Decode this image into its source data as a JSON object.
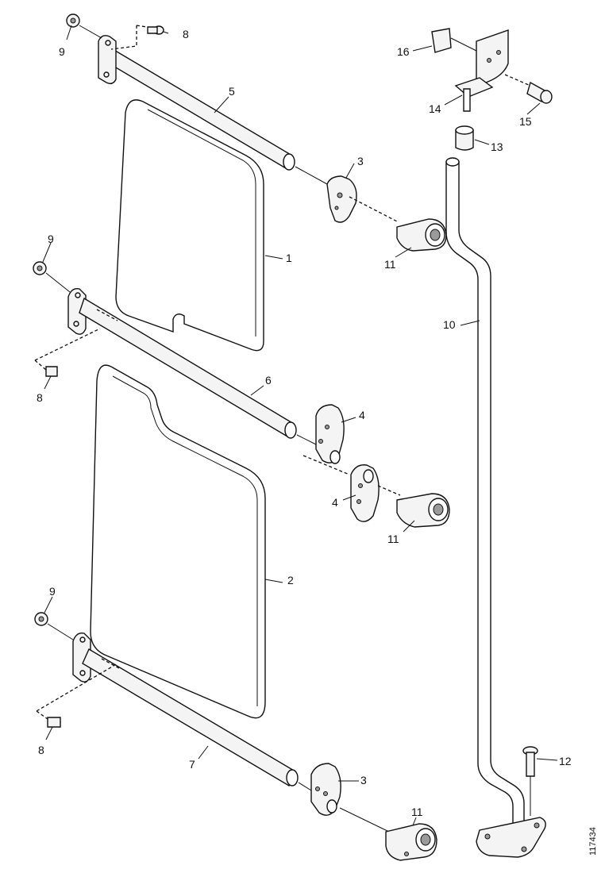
{
  "figure": {
    "reference_number": "117434"
  },
  "callouts": [
    {
      "id": "c9a",
      "text": "9"
    },
    {
      "id": "c8a",
      "text": "8"
    },
    {
      "id": "c5",
      "text": "5"
    },
    {
      "id": "c3a",
      "text": "3"
    },
    {
      "id": "c11a",
      "text": "11"
    },
    {
      "id": "c1",
      "text": "1"
    },
    {
      "id": "c9b",
      "text": "9"
    },
    {
      "id": "c8b",
      "text": "8"
    },
    {
      "id": "c6",
      "text": "6"
    },
    {
      "id": "c4a",
      "text": "4"
    },
    {
      "id": "c4b",
      "text": "4"
    },
    {
      "id": "c11b",
      "text": "11"
    },
    {
      "id": "c2",
      "text": "2"
    },
    {
      "id": "c9c",
      "text": "9"
    },
    {
      "id": "c8c",
      "text": "8"
    },
    {
      "id": "c7",
      "text": "7"
    },
    {
      "id": "c3b",
      "text": "3"
    },
    {
      "id": "c11c",
      "text": "11"
    },
    {
      "id": "c16",
      "text": "16"
    },
    {
      "id": "c14",
      "text": "14"
    },
    {
      "id": "c15",
      "text": "15"
    },
    {
      "id": "c13",
      "text": "13"
    },
    {
      "id": "c10",
      "text": "10"
    },
    {
      "id": "c12",
      "text": "12"
    }
  ]
}
